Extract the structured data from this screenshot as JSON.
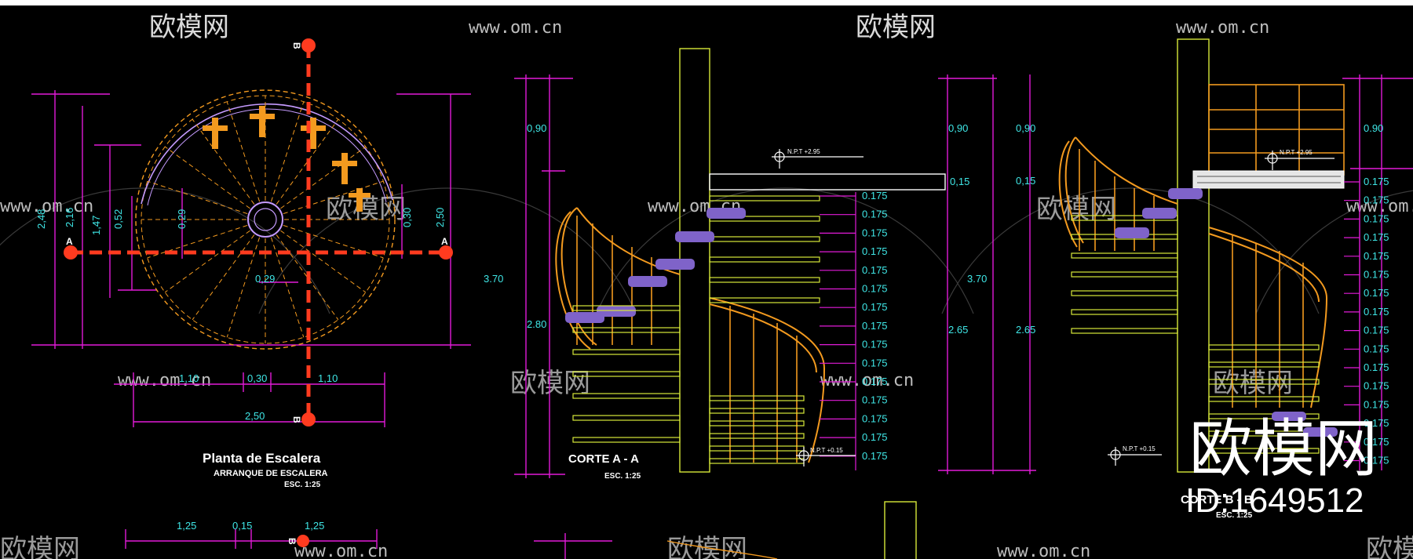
{
  "colors": {
    "background": "#000000",
    "dimension": "#e21bd8",
    "dimension_text": "#3fe6e6",
    "section_line": "#ff3b1f",
    "stair": "#f39a1f",
    "tread": "#d7e83a",
    "tread_fill": "#7f63c9",
    "white": "#ffffff"
  },
  "watermark": {
    "brand": "欧模网",
    "url": "www.om.cn",
    "brand_large": "欧模网",
    "id_label": "ID:1649512"
  },
  "plan": {
    "title": "Planta de Escalera",
    "subtitle": "ARRANQUE DE ESCALERA",
    "scale": "ESC. 1:25",
    "section_mark_a": "A",
    "section_mark_b": "B",
    "dims": {
      "h_248": "2,48",
      "h_216": "2,16",
      "h_147": "1,47",
      "h_052": "0,52",
      "h_029": "0,29",
      "h_030": "0,30",
      "h_250": "2,50",
      "r_029": "0,29",
      "w_110a": "1,10",
      "w_030": "0,30",
      "w_110b": "1,10",
      "w_250": "2,50",
      "w_125a": "1,25",
      "w_015": "0,15",
      "w_125b": "1,25"
    }
  },
  "section_a": {
    "title": "CORTE A - A",
    "scale": "ESC. 1:25",
    "level_top": "N.P.T +2.95",
    "level_bottom": "N.P.T +0.15",
    "d_090": "0,90",
    "d_370": "3.70",
    "d_280": "2.80",
    "d_015": "0,15",
    "rise": "0.175"
  },
  "section_b": {
    "title": "CORTE B - B",
    "scale": "ESC. 1:25",
    "level_top": "N.P.T +2.95",
    "level_bottom": "N.P.T +0.15",
    "d_090a": "0,90",
    "d_090b": "0,90",
    "d_015": "0,15",
    "d_370": "3.70",
    "d_265a": "2.65",
    "d_265b": "2.65",
    "d_090c": "0.90",
    "rise": "0.175"
  }
}
